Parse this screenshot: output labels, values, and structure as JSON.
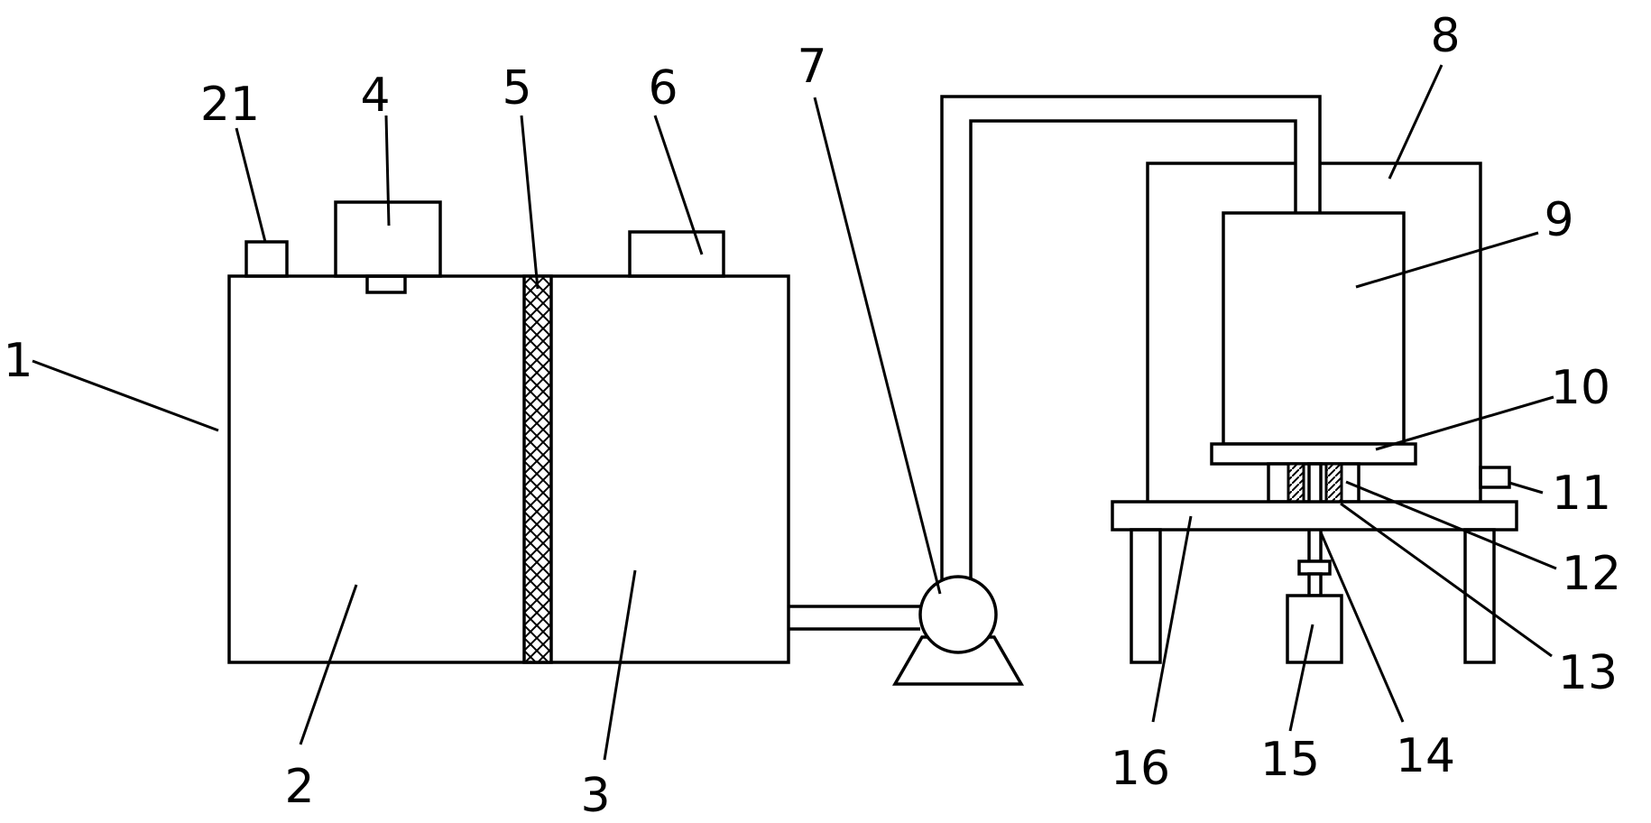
{
  "labels": {
    "l1": "1",
    "l2": "2",
    "l3": "3",
    "l4": "4",
    "l5": "5",
    "l6": "6",
    "l7": "7",
    "l8": "8",
    "l9": "9",
    "l10": "10",
    "l11": "11",
    "l12": "12",
    "l13": "13",
    "l14": "14",
    "l15": "15",
    "l16": "16",
    "l21": "21"
  },
  "colors": {
    "line": "#000000",
    "background": "#ffffff"
  }
}
